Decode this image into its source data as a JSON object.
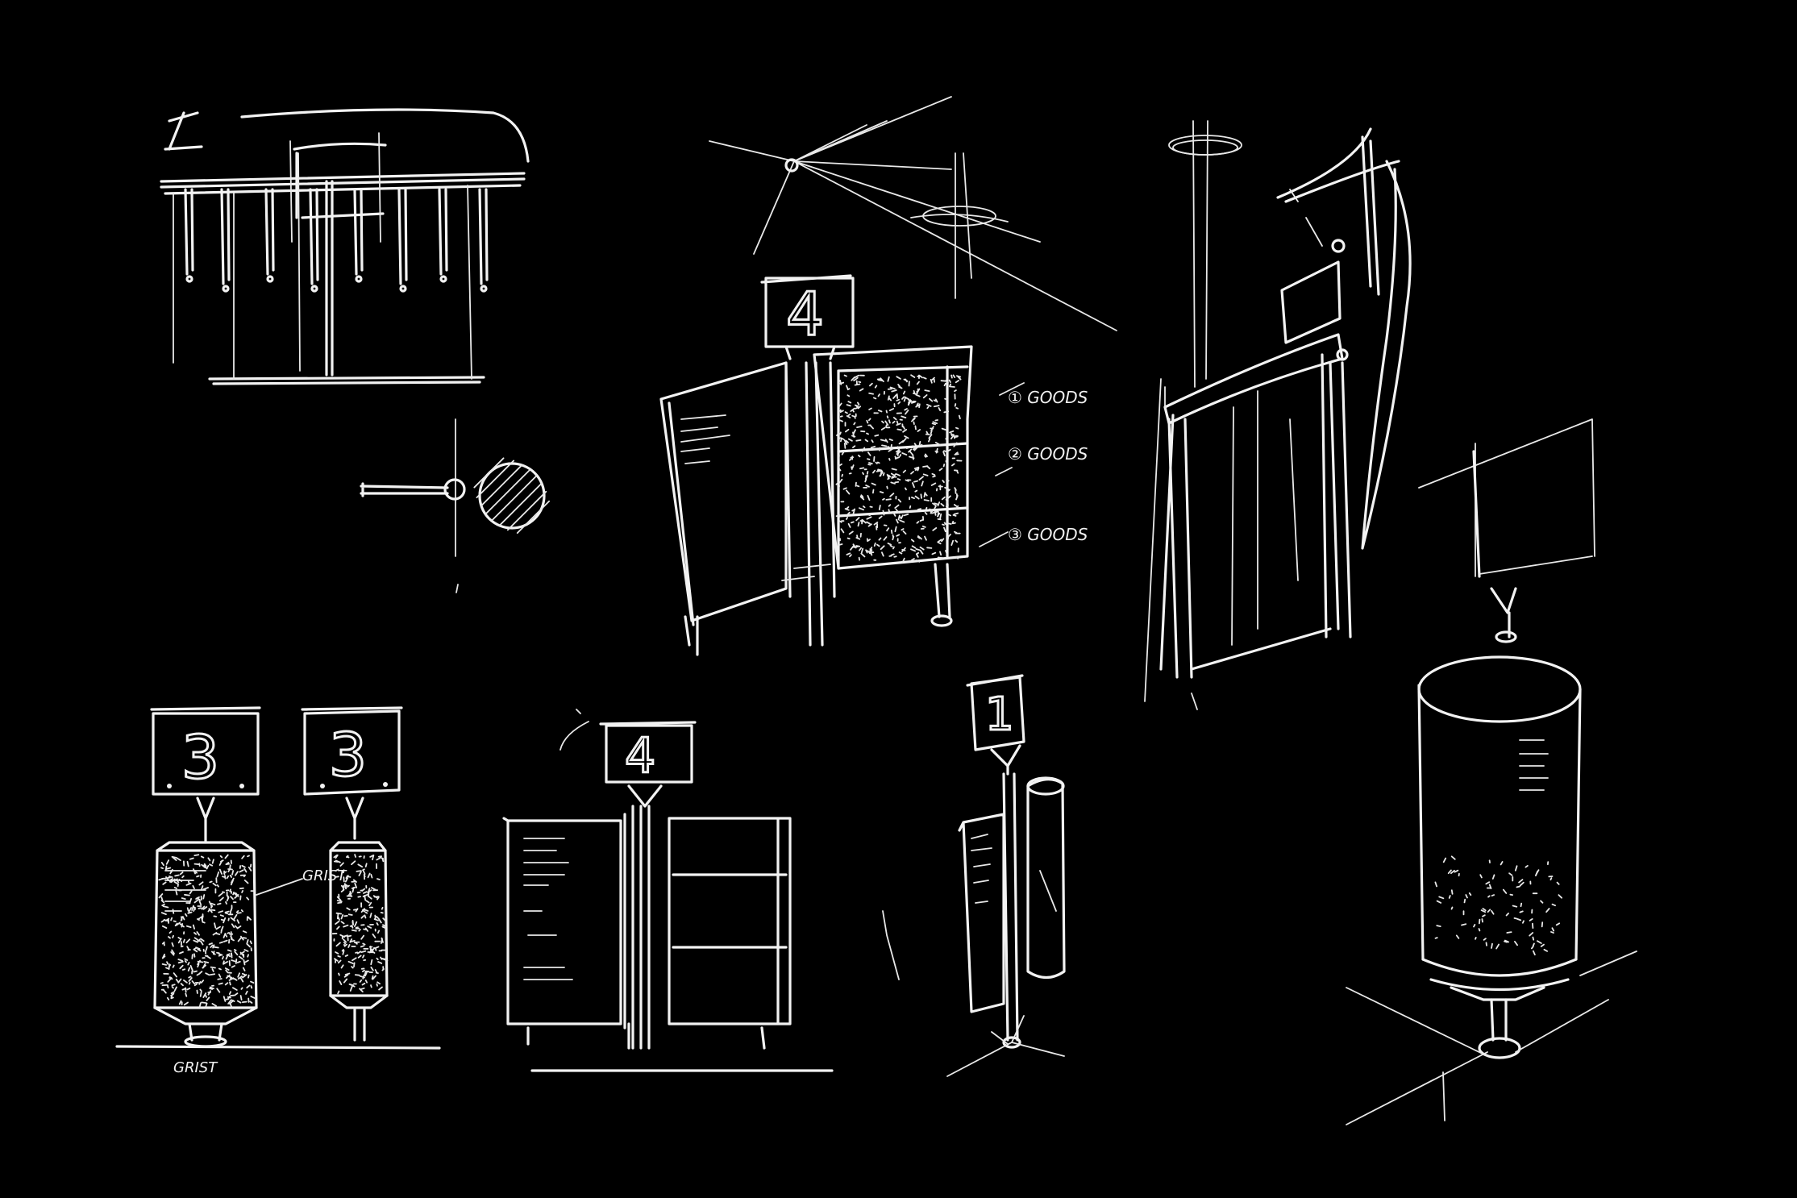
{
  "background_color": "#000000",
  "stroke_color": "#f2f2f2",
  "sketches": {
    "cabinet_labels": [
      "① GOODS",
      "② GOODS",
      "③ GOODS"
    ],
    "cabinet_sign_number": "4",
    "front_sign_numbers": [
      "3",
      "3",
      "4",
      "1"
    ],
    "grist_callout": "GRIST",
    "grist_caption": "GRIST"
  }
}
